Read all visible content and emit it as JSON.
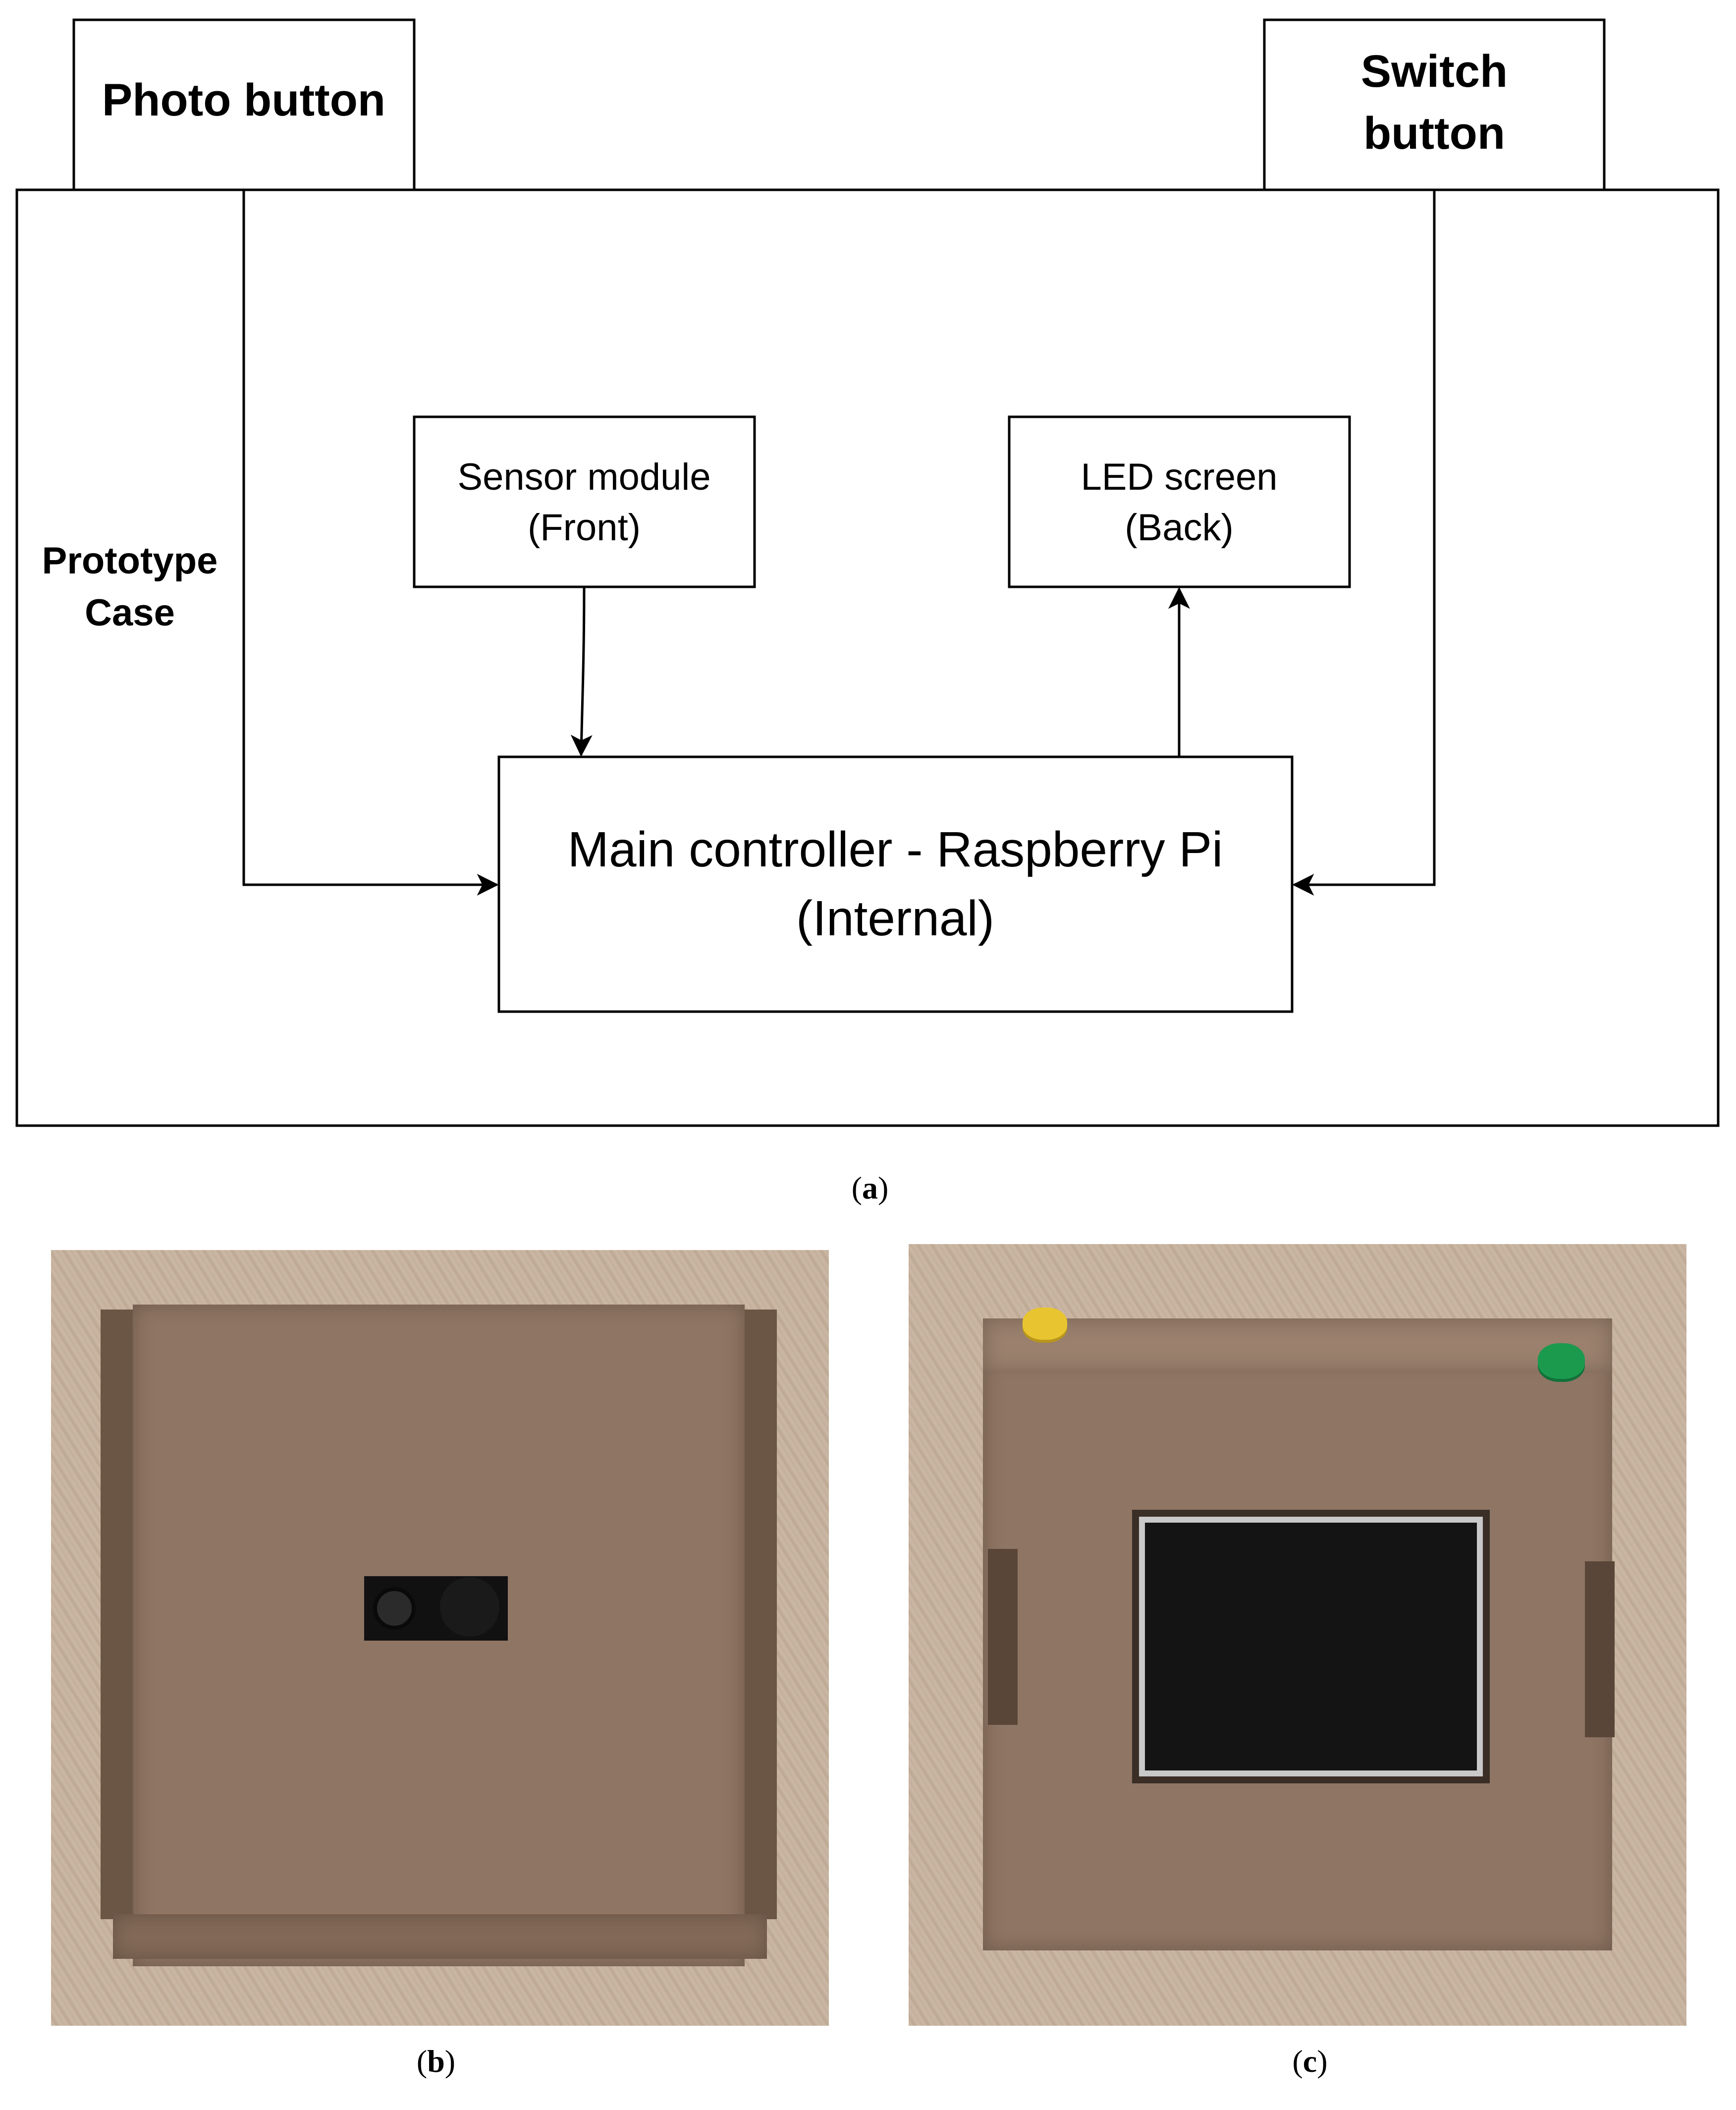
{
  "diagram": {
    "photo_button": "Photo button",
    "switch_button": [
      "Switch",
      "button"
    ],
    "prototype_case": [
      "Prototype",
      "Case"
    ],
    "sensor_module": [
      "Sensor module",
      "(Front)"
    ],
    "led_screen": [
      "LED screen",
      "(Back)"
    ],
    "main_controller": [
      "Main controller - Raspberry Pi",
      "(Internal)"
    ]
  },
  "captions": {
    "a": "a",
    "b": "b",
    "c": "c"
  },
  "colors": {
    "cardboard": "#8f7563",
    "table": "#c7b3a0",
    "yellow_button": "#e8c530",
    "green_button": "#1b9a4e",
    "screen": "#141414"
  }
}
